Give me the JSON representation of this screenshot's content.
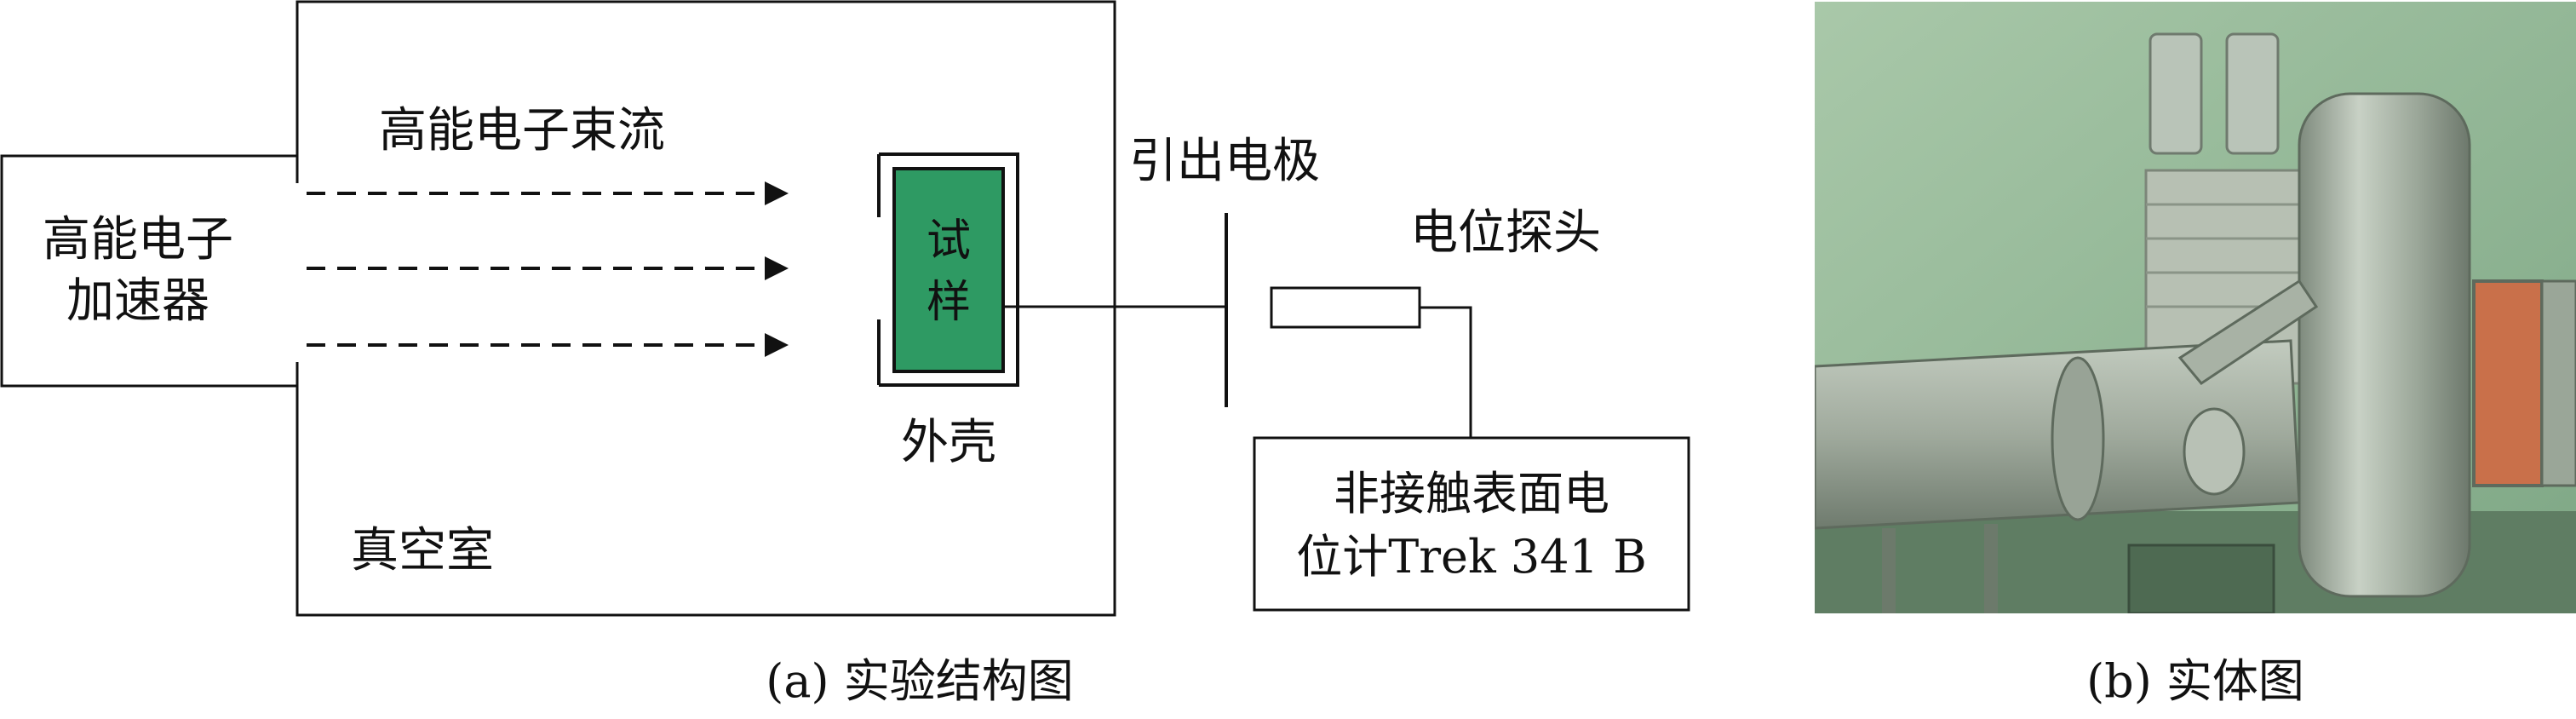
{
  "diagram": {
    "accelerator_line1": "高能电子",
    "accelerator_line2": "加速器",
    "beam_label": "高能电子束流",
    "sample_line1": "试",
    "sample_line2": "样",
    "shell_label": "外壳",
    "chamber_label": "真空室",
    "electrode_label": "引出电极",
    "probe_label": "电位探头",
    "meter_line1": "非接触表面电",
    "meter_line2": "位计Trek 341 B",
    "caption": "(a) 实验结构图"
  },
  "photo": {
    "caption": "(b) 实体图"
  },
  "colors": {
    "sample_fill": "#2e9a63",
    "line": "#111111",
    "photo_wall": "#8fb592",
    "photo_metal": "#a9b3a8"
  }
}
